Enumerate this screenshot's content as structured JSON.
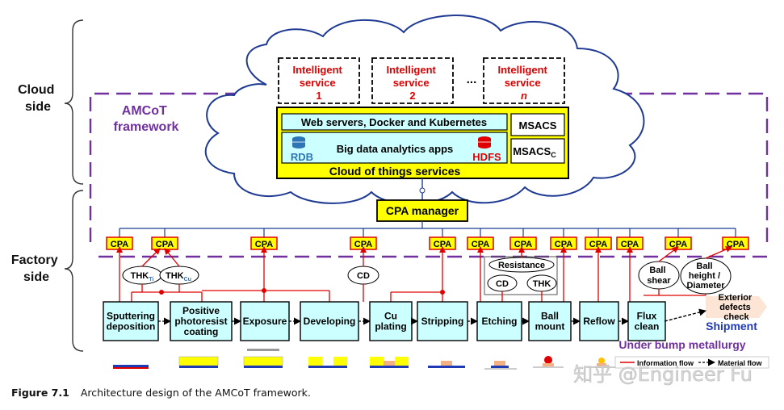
{
  "sides": {
    "cloud": [
      "Cloud",
      "side"
    ],
    "factory": [
      "Factory",
      "side"
    ]
  },
  "framework": [
    "AMCoT",
    "framework"
  ],
  "services": [
    {
      "line1": "Intelligent",
      "line2": "service",
      "num": "1"
    },
    {
      "line1": "Intelligent",
      "line2": "service",
      "num": "2"
    },
    {
      "line1": "Intelligent",
      "line2": "service",
      "num": "n"
    }
  ],
  "ellipsis": "...",
  "cloud_box": {
    "web": "Web servers, Docker and Kubernetes",
    "msacs": "MSACS",
    "msacs_c": "MSACS",
    "msacs_c_sub": "C",
    "rdb": "RDB",
    "hdfs": "HDFS",
    "bigdata": "Big data analytics apps",
    "cot": "Cloud of things services"
  },
  "cpa_manager": "CPA manager",
  "cpa_label": "CPA",
  "measurements": {
    "thk": "THK",
    "thk_ti_sub": "Ti",
    "thk_cu_sub": "Cu",
    "cd": "CD",
    "resistance": "Resistance",
    "ball_shear": [
      "Ball",
      "shear"
    ],
    "ball_height": [
      "Ball",
      "height /",
      "Diameter"
    ]
  },
  "processes": [
    [
      "Sputtering",
      "deposition"
    ],
    [
      "Positive",
      "photoresist",
      "coating"
    ],
    [
      "Exposure"
    ],
    [
      "Developing"
    ],
    [
      "Cu",
      "plating"
    ],
    [
      "Stripping"
    ],
    [
      "Etching"
    ],
    [
      "Ball",
      "mount"
    ],
    [
      "Reflow"
    ],
    [
      "Flux",
      "clean"
    ]
  ],
  "exterior_check": [
    "Exterior",
    "defects",
    "check"
  ],
  "shipment": "Shipment",
  "ubm": "Under bump metallurgy",
  "legend": {
    "info": "Information flow",
    "material": "Material flow"
  },
  "watermark": "知乎 @Engineer Fu",
  "caption": {
    "label": "Figure 7.1",
    "text": "Architecture design of the AMCoT framework."
  },
  "colors": {
    "cloud_box": "#ffff00",
    "cyan_box": "#ccffff",
    "process_box": "#ccffff",
    "info_flow": "#e00000",
    "framework_purple": "#7030a0",
    "service_red": "#e00000",
    "blue_line": "#1f3a93",
    "rdb_blue": "#2e75b6",
    "shipment_blue": "#1f3ab5"
  }
}
